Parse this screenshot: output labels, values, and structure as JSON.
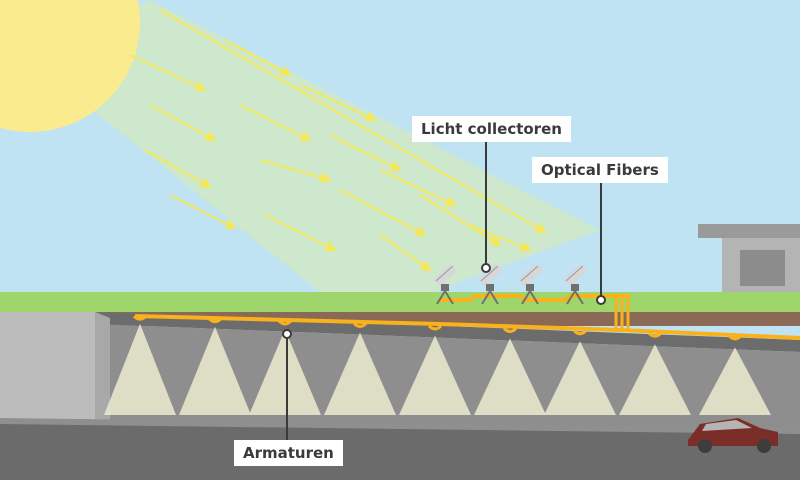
{
  "labels": {
    "collectors": "Licht collectoren",
    "fibers": "Optical Fibers",
    "fixtures": "Armaturen"
  },
  "colors": {
    "sky": "#bfe3f3",
    "sun": "#fbeb8f",
    "grass": "#9fd66b",
    "fiber": "#f9b11c",
    "concrete": "#9d9d9d",
    "tunnel_wall": "#8a8a8a",
    "tunnel_ceiling": "#6c6c6c",
    "light_cone": "#e7e6cc",
    "car": "#7a2e27",
    "building": "#a9a9a9"
  },
  "icons": {
    "sun": "sun-icon",
    "collector": "solar-collector-icon",
    "car": "car-icon",
    "building": "building-icon"
  }
}
